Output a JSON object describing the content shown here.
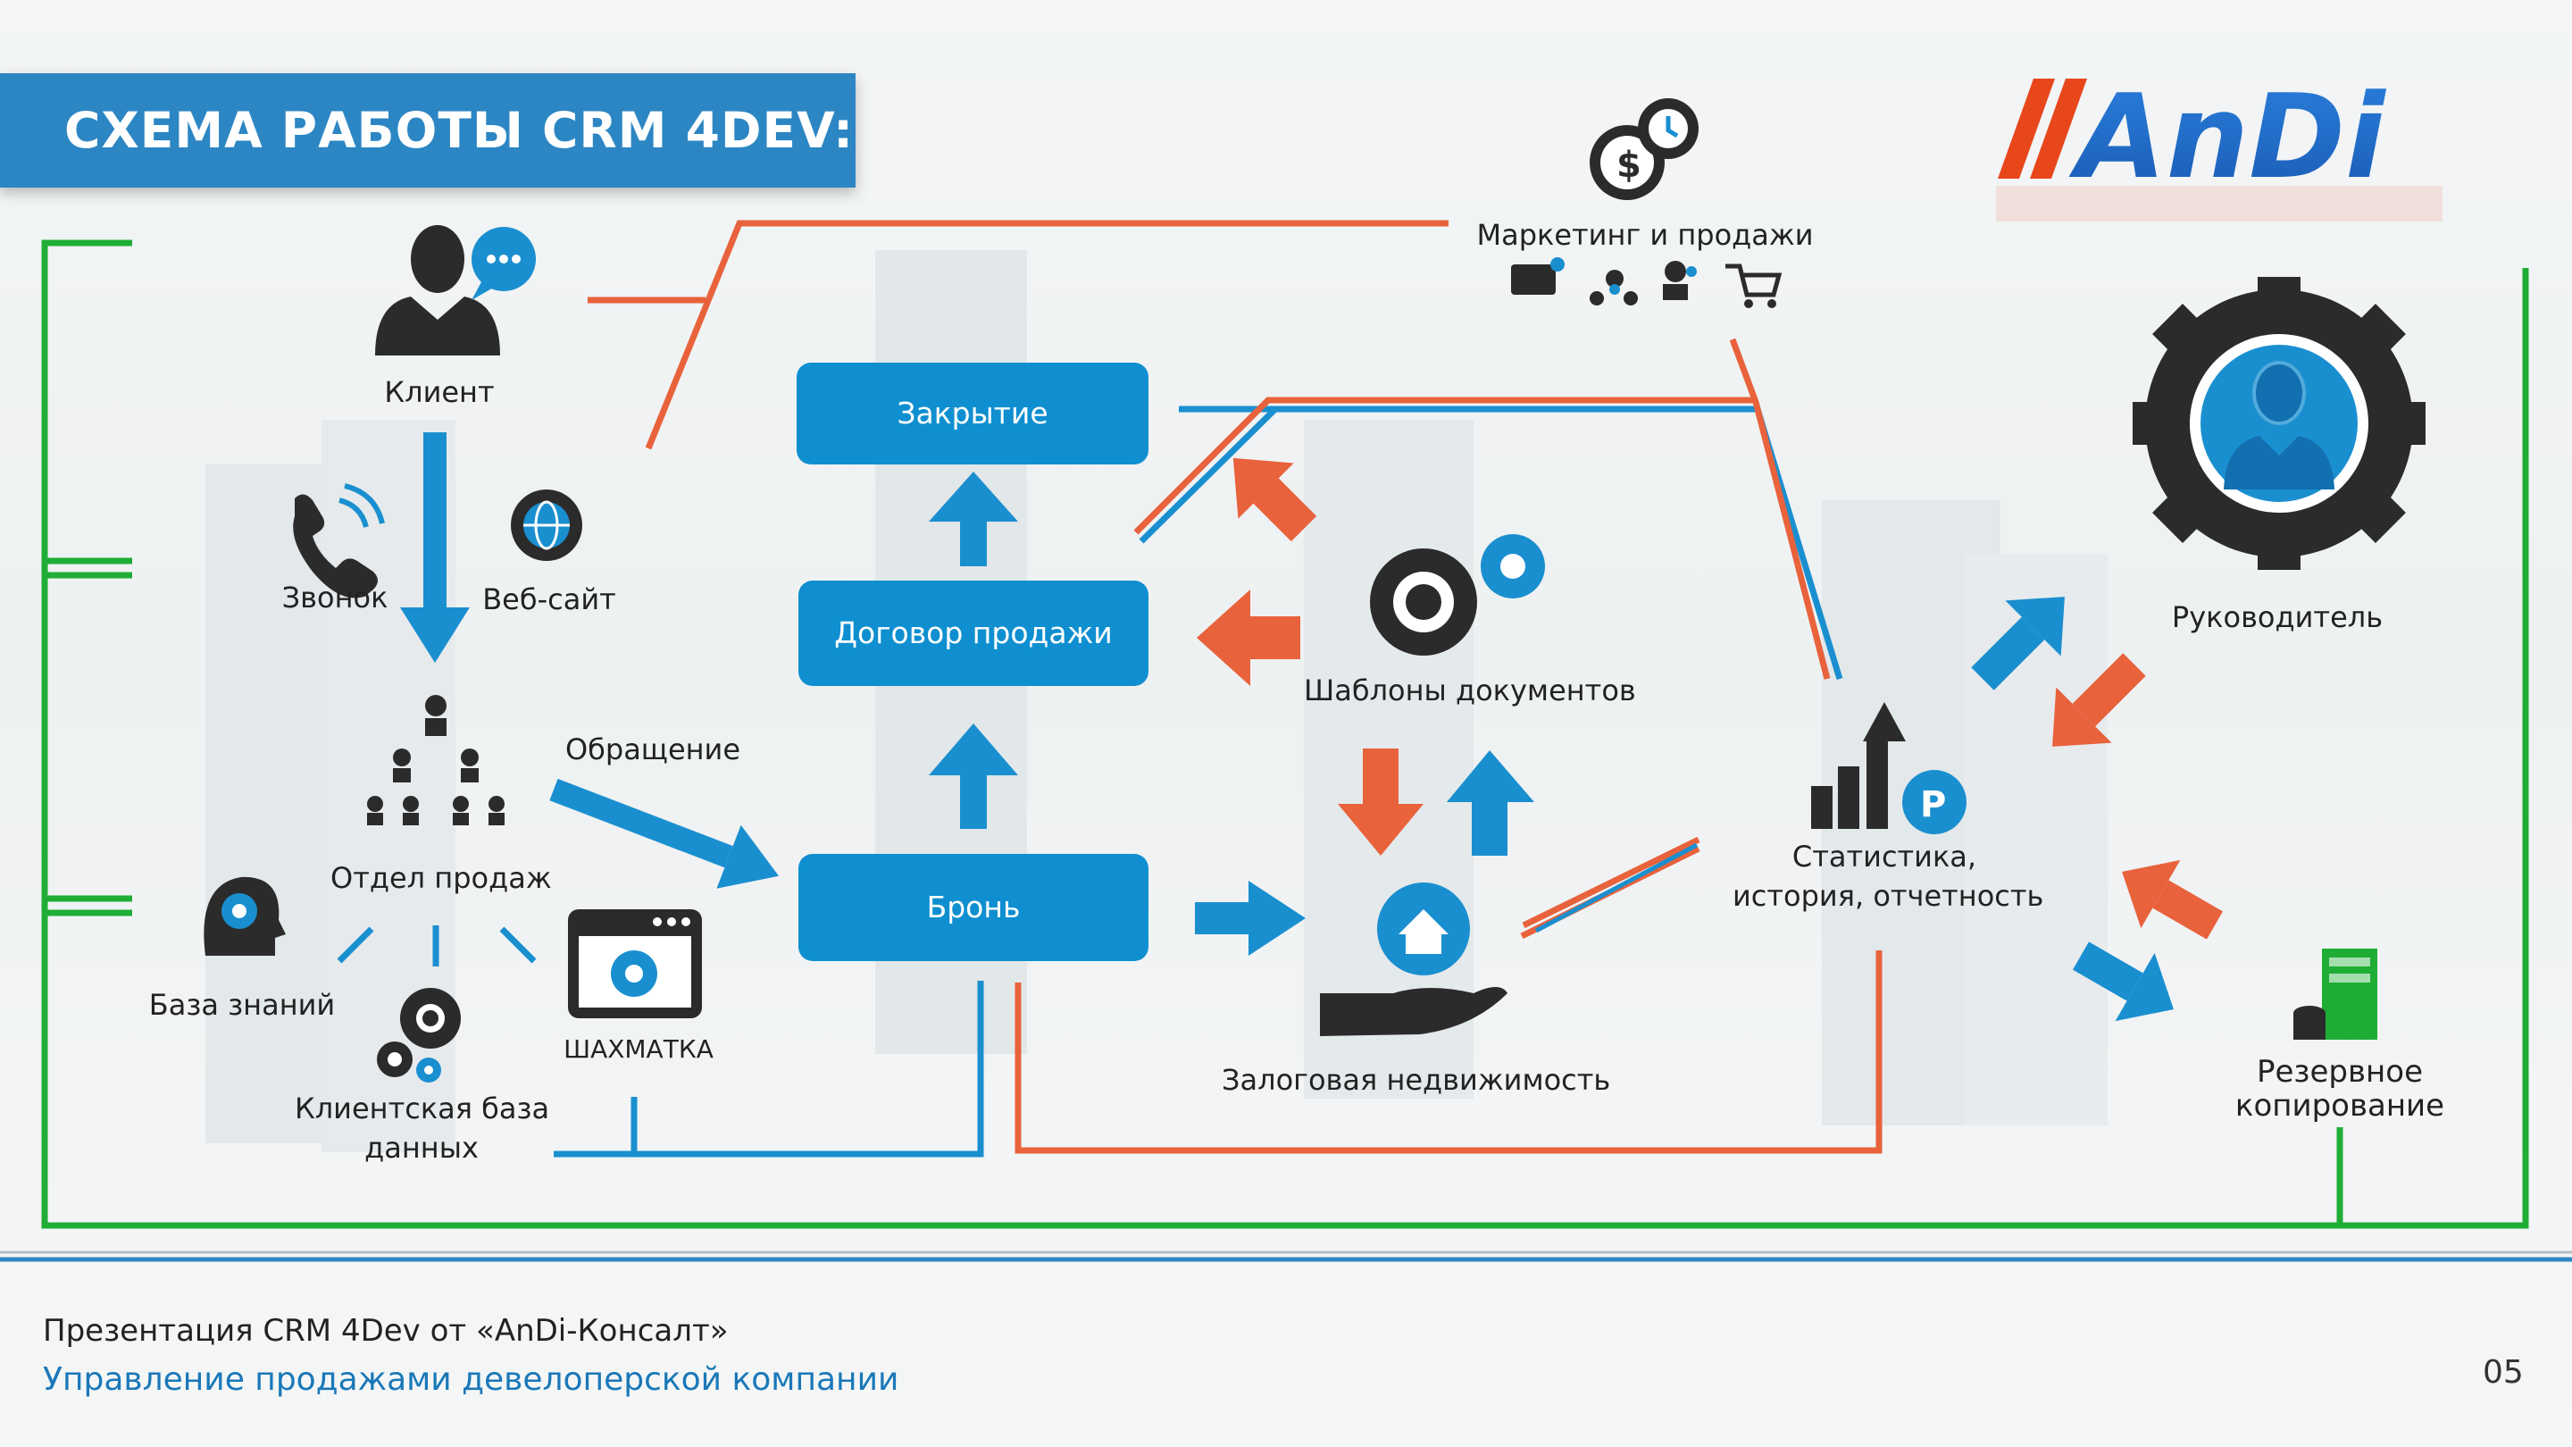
{
  "title": "СХЕМА РАБОТЫ CRM 4DEV:",
  "logo_text": "AnDi",
  "nodes": {
    "client": "Клиент",
    "call": "Звонок",
    "website": "Веб-сайт",
    "sales_dept": "Отдел продаж",
    "appeal": "Обращение",
    "knowledge_base": "База знаний",
    "client_db_line1": "Клиентская база",
    "client_db_line2": "данных",
    "chess": "ШАХМАТКА",
    "closing": "Закрытие",
    "sale_contract": "Договор продажи",
    "booking": "Бронь",
    "doc_templates": "Шаблоны документов",
    "collateral": "Залоговая недвижимость",
    "marketing": "Маркетинг и продажи",
    "stats_line1": "Статистика,",
    "stats_line2": "история, отчетность",
    "manager": "Руководитель",
    "backup_line1": "Резервное",
    "backup_line2": "копирование"
  },
  "footer": {
    "line1": "Презентация CRM 4Dev от «AnDi-Консалт»",
    "line2": "Управление продажами девелоперской компании",
    "page": "05"
  },
  "colors": {
    "title_bg": "#2c86c3",
    "box_blue": "#0f8fd0",
    "arrow_blue": "#1a8fd0",
    "arrow_orange": "#e8623c",
    "line_green": "#1fad35",
    "line_orange": "#e8623c",
    "icon_dark": "#2b2b2b",
    "logo_red": "#e8471c",
    "logo_blue": "#1d6fcf"
  }
}
